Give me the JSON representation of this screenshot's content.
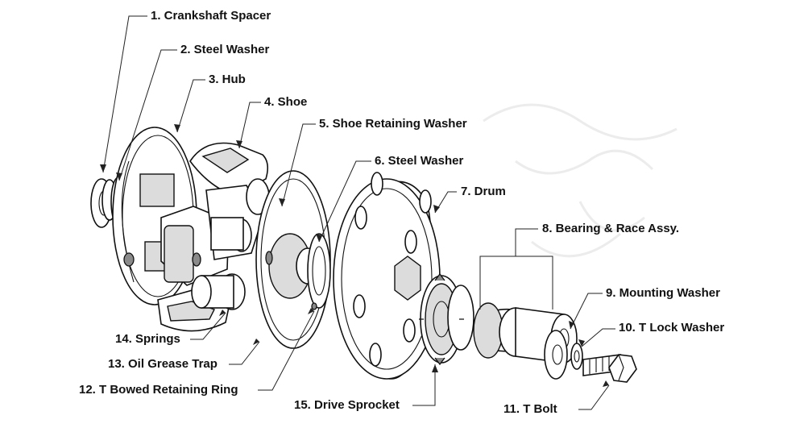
{
  "labels": {
    "crankshaft_spacer": "1. Crankshaft Spacer",
    "steel_washer_2": "2.  Steel Washer",
    "hub": "3.  Hub",
    "shoe": "4.  Shoe",
    "shoe_retaining_washer": "5.  Shoe Retaining Washer",
    "steel_washer_6": "6.  Steel Washer",
    "drum": "7.  Drum",
    "bearing_race": "8.  Bearing & Race Assy.",
    "mounting_washer": "9.  Mounting Washer",
    "t_lock_washer": "10.  T Lock Washer",
    "t_bolt": "11.  T Bolt",
    "t_bowed_retaining_ring": "12.  T Bowed Retaining Ring",
    "oil_grease_trap": "13. Oil Grease Trap",
    "springs": "14. Springs",
    "drive_sprocket": "15. Drive Sprocket"
  }
}
